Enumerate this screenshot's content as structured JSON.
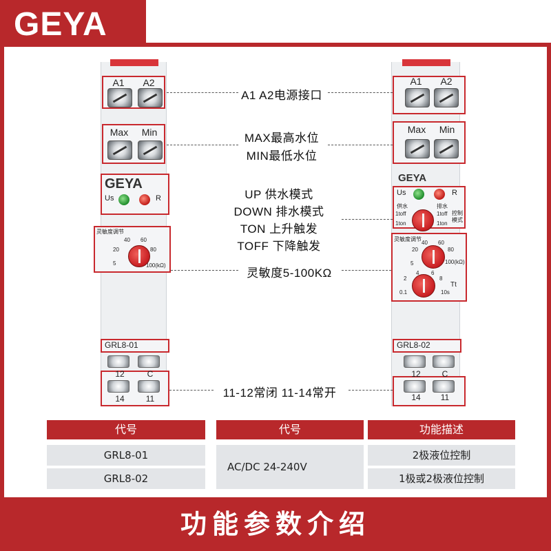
{
  "brand": {
    "logo": "GEYA"
  },
  "device_left": {
    "terminals_top": [
      "A1",
      "A2"
    ],
    "level_terminals": [
      "Max",
      "Min"
    ],
    "logo": "GEYA",
    "leds": [
      "Us",
      "R"
    ],
    "knob_title": "灵敏度调节",
    "knob_scale": [
      "5",
      "20",
      "40",
      "60",
      "80",
      "100(kΩ)"
    ],
    "model": "GRL8-01",
    "terminals_bottom_top": [
      "12",
      "C"
    ],
    "terminals_bottom": [
      "14",
      "11"
    ]
  },
  "device_right": {
    "terminals_top": [
      "A1",
      "A2"
    ],
    "level_terminals": [
      "Max",
      "Min"
    ],
    "logo": "GEYA",
    "leds": [
      "Us",
      "R"
    ],
    "mode_labels": [
      "供水",
      "排水",
      "控制",
      "模式",
      "1toff",
      "1ton",
      "1toff",
      "1ton"
    ],
    "knob_title": "灵敏度调节",
    "knob_scale": [
      "5",
      "20",
      "40",
      "60",
      "80",
      "100(kΩ)"
    ],
    "time_scale": [
      "0.1",
      "2",
      "4",
      "6",
      "8",
      "10s",
      "Tt"
    ],
    "model": "GRL8-02",
    "terminals_bottom_top": [
      "12",
      "C"
    ],
    "terminals_bottom": [
      "14",
      "11"
    ]
  },
  "callouts": {
    "power": "A1 A2电源接口",
    "max": "MAX最高水位",
    "min": "MIN最低水位",
    "modes": [
      "UP 供水模式",
      "DOWN 排水模式",
      "TON 上升触发",
      "TOFF 下降触发"
    ],
    "sensitivity": "灵敏度5-100KΩ",
    "contacts": "11-12常闭 11-14常开"
  },
  "table": {
    "headers": [
      "代号",
      "代号",
      "功能描述"
    ],
    "rows": [
      {
        "code": "GRL8-01",
        "desc": "2极液位控制"
      },
      {
        "code": "GRL8-02",
        "desc": "1极或2极液位控制"
      }
    ],
    "voltage": "AC/DC 24-240V"
  },
  "footer": {
    "title": "功能参数介绍"
  },
  "colors": {
    "brand_red": "#b8282b",
    "device_body": "#eef0f2",
    "knob_red": "#c81e22"
  }
}
